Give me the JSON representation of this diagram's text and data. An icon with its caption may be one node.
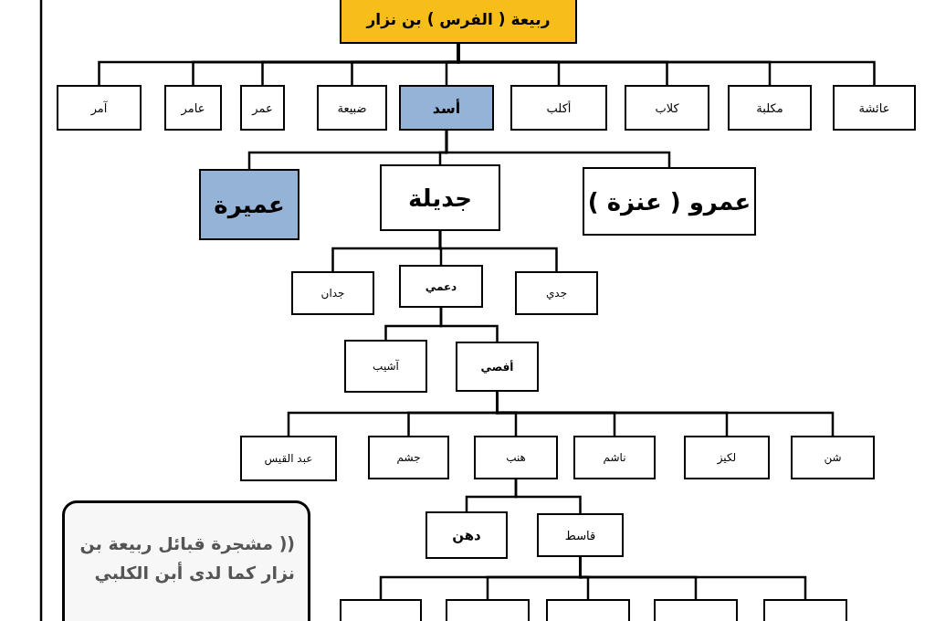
{
  "diagram": {
    "nodes": [
      {
        "text": [
          "ربيعة ( الفرس ) بن نزار"
        ]
      },
      {
        "text": [
          "آمر"
        ]
      },
      {
        "text": [
          "عامر"
        ]
      },
      {
        "text": [
          "عمر"
        ]
      },
      {
        "text": [
          "ضبيعة"
        ]
      },
      {
        "text": [
          "أسد"
        ]
      },
      {
        "text": [
          "أكلب"
        ]
      },
      {
        "text": [
          "كلاب"
        ]
      },
      {
        "text": [
          "مكلبة"
        ]
      },
      {
        "text": [
          "عائشة"
        ]
      },
      {
        "text": [
          "عميرة"
        ]
      },
      {
        "text": [
          "جديلة"
        ]
      },
      {
        "text": [
          "عمرو ( عنزة )"
        ]
      },
      {
        "text": [
          "جدان"
        ]
      },
      {
        "text": [
          "دعمي"
        ]
      },
      {
        "text": [
          "جدي"
        ]
      },
      {
        "text": [
          "آشيب"
        ]
      },
      {
        "text": [
          "أفصي"
        ]
      },
      {
        "text": [
          "عبد القيس"
        ]
      },
      {
        "text": [
          "جشم"
        ]
      },
      {
        "text": [
          "هنب"
        ]
      },
      {
        "text": [
          "ناشم"
        ]
      },
      {
        "text": [
          "لكيز"
        ]
      },
      {
        "text": [
          "شن"
        ]
      },
      {
        "text": [
          "دهن"
        ]
      },
      {
        "text": [
          "قاسط"
        ]
      },
      {
        "text": [],
        "shape": "box"
      },
      {
        "text": [],
        "shape": "box"
      },
      {
        "text": [],
        "shape": "box"
      },
      {
        "text": [],
        "shape": "box"
      },
      {
        "text": [],
        "shape": "box"
      },
      {
        "text": [
          "(( مشجرة قبائل ربيعة بن نزار كما لدى أبن الكلبي"
        ]
      }
    ],
    "edges": [
      {
        "from": 0,
        "to": 1,
        "arrow": "none"
      },
      {
        "from": 0,
        "to": 2,
        "arrow": "none"
      },
      {
        "from": 0,
        "to": 3,
        "arrow": "none"
      },
      {
        "from": 0,
        "to": 4,
        "arrow": "none"
      },
      {
        "from": 0,
        "to": 5,
        "arrow": "none"
      },
      {
        "from": 0,
        "to": 6,
        "arrow": "none"
      },
      {
        "from": 0,
        "to": 7,
        "arrow": "none"
      },
      {
        "from": 0,
        "to": 8,
        "arrow": "none"
      },
      {
        "from": 0,
        "to": 9,
        "arrow": "none"
      },
      {
        "from": 5,
        "to": 10,
        "arrow": "none"
      },
      {
        "from": 5,
        "to": 11,
        "arrow": "none"
      },
      {
        "from": 5,
        "to": 12,
        "arrow": "none"
      },
      {
        "from": 11,
        "to": 13,
        "arrow": "none"
      },
      {
        "from": 11,
        "to": 14,
        "arrow": "none"
      },
      {
        "from": 11,
        "to": 15,
        "arrow": "none"
      },
      {
        "from": 14,
        "to": 16,
        "arrow": "none"
      },
      {
        "from": 14,
        "to": 17,
        "arrow": "none"
      },
      {
        "from": 17,
        "to": 18,
        "arrow": "none"
      },
      {
        "from": 17,
        "to": 19,
        "arrow": "none"
      },
      {
        "from": 17,
        "to": 20,
        "arrow": "none"
      },
      {
        "from": 17,
        "to": 21,
        "arrow": "none"
      },
      {
        "from": 17,
        "to": 22,
        "arrow": "none"
      },
      {
        "from": 17,
        "to": 23,
        "arrow": "none"
      },
      {
        "from": 20,
        "to": 24,
        "arrow": "none"
      },
      {
        "from": 20,
        "to": 25,
        "arrow": "none"
      },
      {
        "from": 25,
        "to": 26,
        "arrow": "none"
      },
      {
        "from": 25,
        "to": 27,
        "arrow": "none"
      },
      {
        "from": 25,
        "to": 28,
        "arrow": "none"
      },
      {
        "from": 25,
        "to": 29,
        "arrow": "none"
      },
      {
        "from": 25,
        "to": 30,
        "arrow": "none"
      }
    ]
  }
}
